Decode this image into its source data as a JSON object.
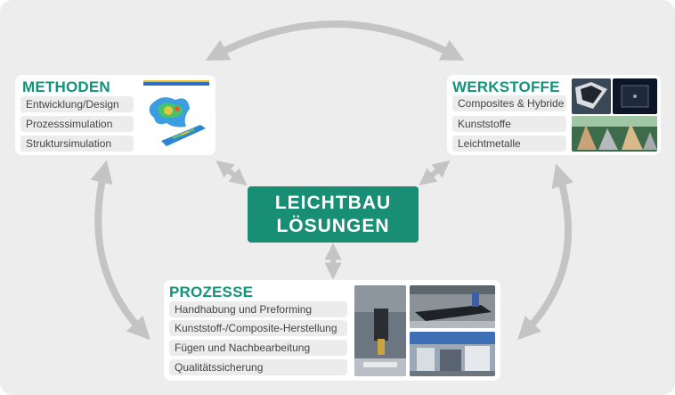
{
  "methoden": {
    "title": "METHODEN",
    "items": [
      "Entwicklung/Design",
      "Prozesssimulation",
      "Struktursimulation"
    ],
    "image": "simulation-render-image"
  },
  "werkstoffe": {
    "title": "WERKSTOFFE",
    "items": [
      "Composites & Hybride",
      "Kunststoffe",
      "Leichtmetalle"
    ],
    "images": [
      "composite-sample-image",
      "honeycomb-image",
      "material-samples-image"
    ]
  },
  "prozesse": {
    "title": "PROZESSE",
    "items": [
      "Handhabung und Preforming",
      "Kunststoff-/Composite-Herstellung",
      "Fügen und Nachbearbeitung",
      "Qualitätssicherung"
    ],
    "images": [
      "machining-tool-image",
      "press-image",
      "production-hall-image"
    ]
  },
  "center": {
    "line1": "LEICHTBAU",
    "line2": "LÖSUNGEN"
  },
  "colors": {
    "accent": "#188e75",
    "title": "#15937a",
    "arrow": "#c4c4c4",
    "background": "#ededed"
  },
  "icons": [
    "double-arrow-icon"
  ]
}
